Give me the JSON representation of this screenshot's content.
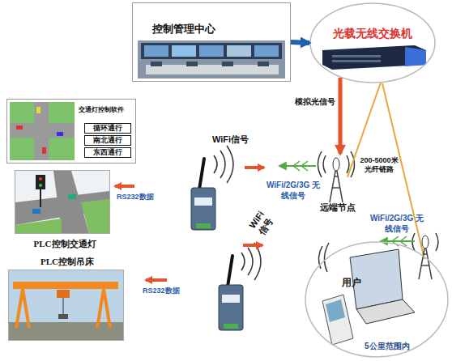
{
  "diagram": {
    "nodes": [
      {
        "text": [
          "控制管理中心"
        ]
      },
      {
        "text": [
          "光载无线交换机"
        ]
      },
      {
        "text": [
          "远端节点"
        ]
      },
      {
        "text": [
          "交通灯控制软件"
        ]
      },
      {
        "text": [
          "循环通行"
        ],
        "in": 3
      },
      {
        "text": [
          "南北通行"
        ],
        "in": 3
      },
      {
        "text": [
          "东西通行"
        ],
        "in": 3
      },
      {
        "text": [
          "PLC控制交通灯"
        ]
      },
      {
        "text": [
          "PLC控制吊床"
        ]
      },
      {
        "text": [
          "用户",
          "5公里范围内"
        ]
      }
    ],
    "edges": [
      {
        "from": 0,
        "to": 1,
        "arrow": "to"
      },
      {
        "from": 1,
        "to": 2,
        "arrow": "to",
        "label": "模拟光信号"
      },
      {
        "from": 1,
        "to": 2,
        "arrow": "none",
        "label": "200-5000米 光纤链路"
      }
    ],
    "labels": [
      "WiFi信号",
      "WiFi/2G/3G 无线信号",
      "WiFi/2G/3G 无线信号",
      "RS232数据",
      "RS232数据",
      "WiFi 信号"
    ]
  }
}
